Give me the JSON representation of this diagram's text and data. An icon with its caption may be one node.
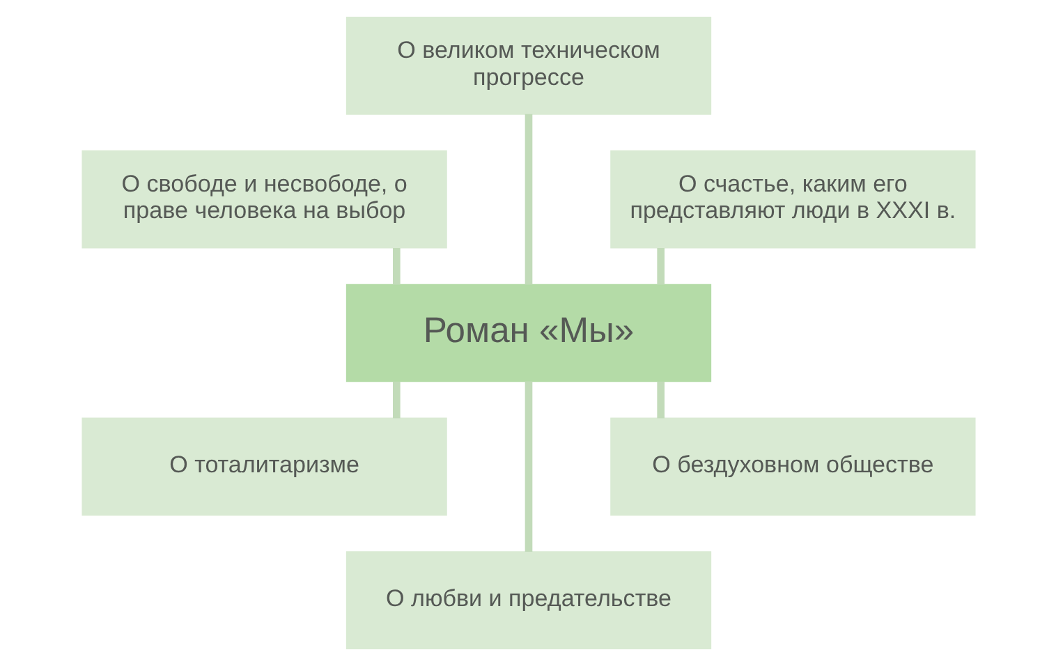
{
  "diagram": {
    "nodes": [
      {
        "text": [
          "О великом техническом прогрессе"
        ]
      },
      {
        "text": [
          "О свободе и несвободе, о праве человека на выбор"
        ]
      },
      {
        "text": [
          "О счастье, каким его представляют люди в XXXI в."
        ]
      },
      {
        "text": [
          "Роман «Мы»"
        ]
      },
      {
        "text": [
          "О тоталитаризме"
        ]
      },
      {
        "text": [
          "О бездуховном обществе"
        ]
      },
      {
        "text": [
          "О любви и предательстве"
        ]
      }
    ],
    "edges": [
      {
        "from": 1,
        "to": 3,
        "arrow": "none"
      },
      {
        "from": 0,
        "to": 3,
        "arrow": "none"
      },
      {
        "from": 2,
        "to": 3,
        "arrow": "none"
      },
      {
        "from": 3,
        "to": 4,
        "arrow": "none"
      },
      {
        "from": 3,
        "to": 6,
        "arrow": "none"
      },
      {
        "from": 3,
        "to": 5,
        "arrow": "none"
      }
    ]
  }
}
